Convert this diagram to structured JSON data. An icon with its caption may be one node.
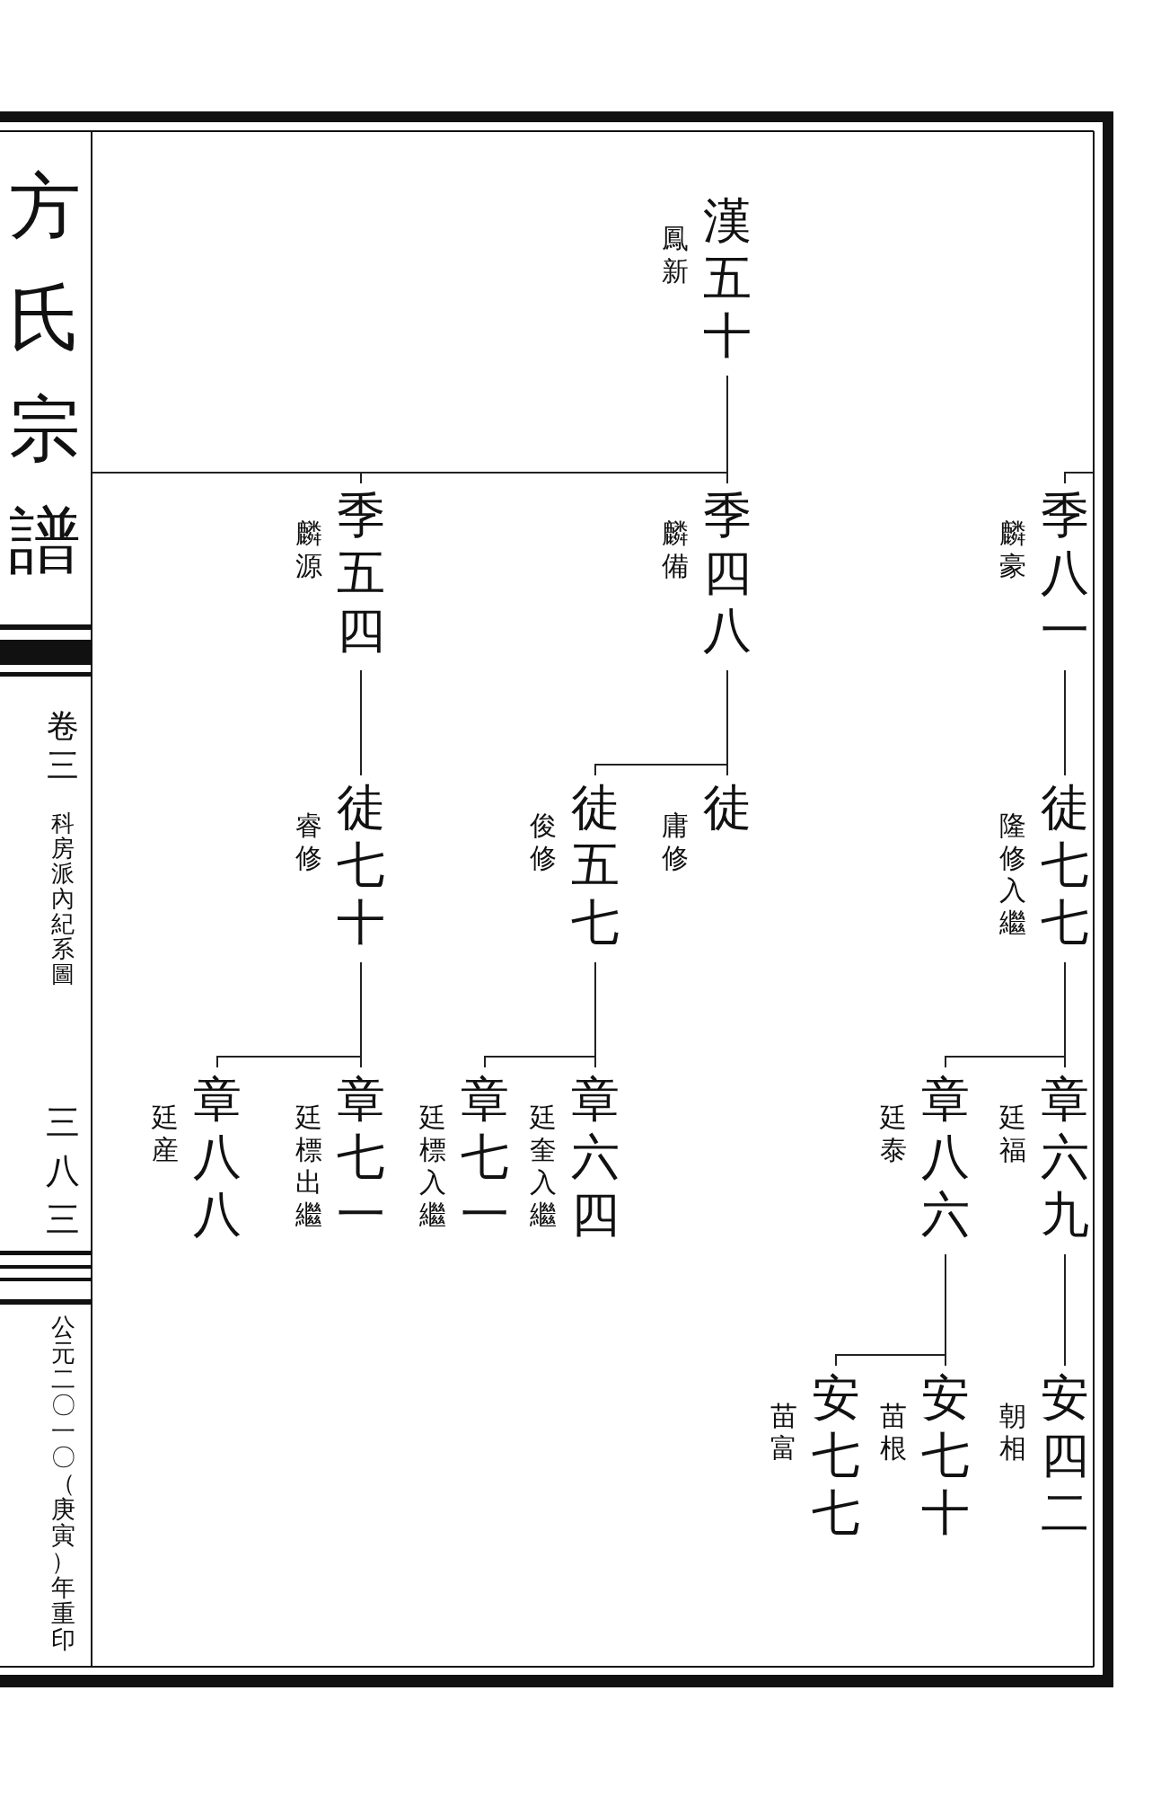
{
  "diagram": {
    "title": "方氏宗譜",
    "nodes": [
      {
        "text": [
          "漢五十"
        ],
        "beside": [
          "鳳新"
        ]
      },
      {
        "text": [
          "季四八"
        ],
        "beside": [
          "麟備"
        ]
      },
      {
        "text": [
          "季五四"
        ],
        "beside": [
          "麟源"
        ]
      },
      {
        "text": [
          "季八一"
        ],
        "beside": [
          "麟豪"
        ]
      },
      {
        "text": [
          "徒"
        ],
        "beside": [
          "庸修"
        ]
      },
      {
        "text": [
          "徒五七"
        ],
        "beside": [
          "俊修"
        ]
      },
      {
        "text": [
          "徒七十"
        ],
        "beside": [
          "睿修"
        ]
      },
      {
        "text": [
          "徒七七"
        ],
        "beside": [
          "隆修入繼"
        ]
      },
      {
        "text": [
          "章六四"
        ],
        "beside": [
          "廷奎入繼"
        ]
      },
      {
        "text": [
          "章七一"
        ],
        "beside": [
          "廷標入繼"
        ]
      },
      {
        "text": [
          "章七一"
        ],
        "beside": [
          "廷標出繼"
        ]
      },
      {
        "text": [
          "章八八"
        ],
        "beside": [
          "廷産"
        ]
      },
      {
        "text": [
          "章六九"
        ],
        "beside": [
          "廷福"
        ]
      },
      {
        "text": [
          "章八六"
        ],
        "beside": [
          "廷泰"
        ]
      },
      {
        "text": [
          "安四二"
        ],
        "beside": [
          "朝相"
        ]
      },
      {
        "text": [
          "安七十"
        ],
        "beside": [
          "苗根"
        ]
      },
      {
        "text": [
          "安七七"
        ],
        "beside": [
          "苗富"
        ]
      }
    ],
    "edges": [
      {
        "from": 0,
        "to": 1,
        "arrow": "none"
      },
      {
        "from": 0,
        "to": 2,
        "arrow": "none"
      },
      {
        "from": 0,
        "to": null,
        "arrow": "none"
      },
      {
        "from": null,
        "to": 3,
        "arrow": "none"
      },
      {
        "from": 1,
        "to": 4,
        "arrow": "none"
      },
      {
        "from": 1,
        "to": 5,
        "arrow": "none"
      },
      {
        "from": 2,
        "to": 6,
        "arrow": "none"
      },
      {
        "from": 3,
        "to": 7,
        "arrow": "none"
      },
      {
        "from": 5,
        "to": 8,
        "arrow": "none"
      },
      {
        "from": 5,
        "to": 9,
        "arrow": "none"
      },
      {
        "from": 6,
        "to": 10,
        "arrow": "none"
      },
      {
        "from": 6,
        "to": 11,
        "arrow": "none"
      },
      {
        "from": 7,
        "to": 12,
        "arrow": "none"
      },
      {
        "from": 7,
        "to": 13,
        "arrow": "none"
      },
      {
        "from": 12,
        "to": 14,
        "arrow": "none"
      },
      {
        "from": 13,
        "to": 15,
        "arrow": "none"
      },
      {
        "from": 13,
        "to": 16,
        "arrow": "none"
      }
    ],
    "labels": [
      "卷三",
      "科房派內紀系圖",
      "三八三",
      "公元二〇一〇（庚寅）年重印"
    ]
  }
}
